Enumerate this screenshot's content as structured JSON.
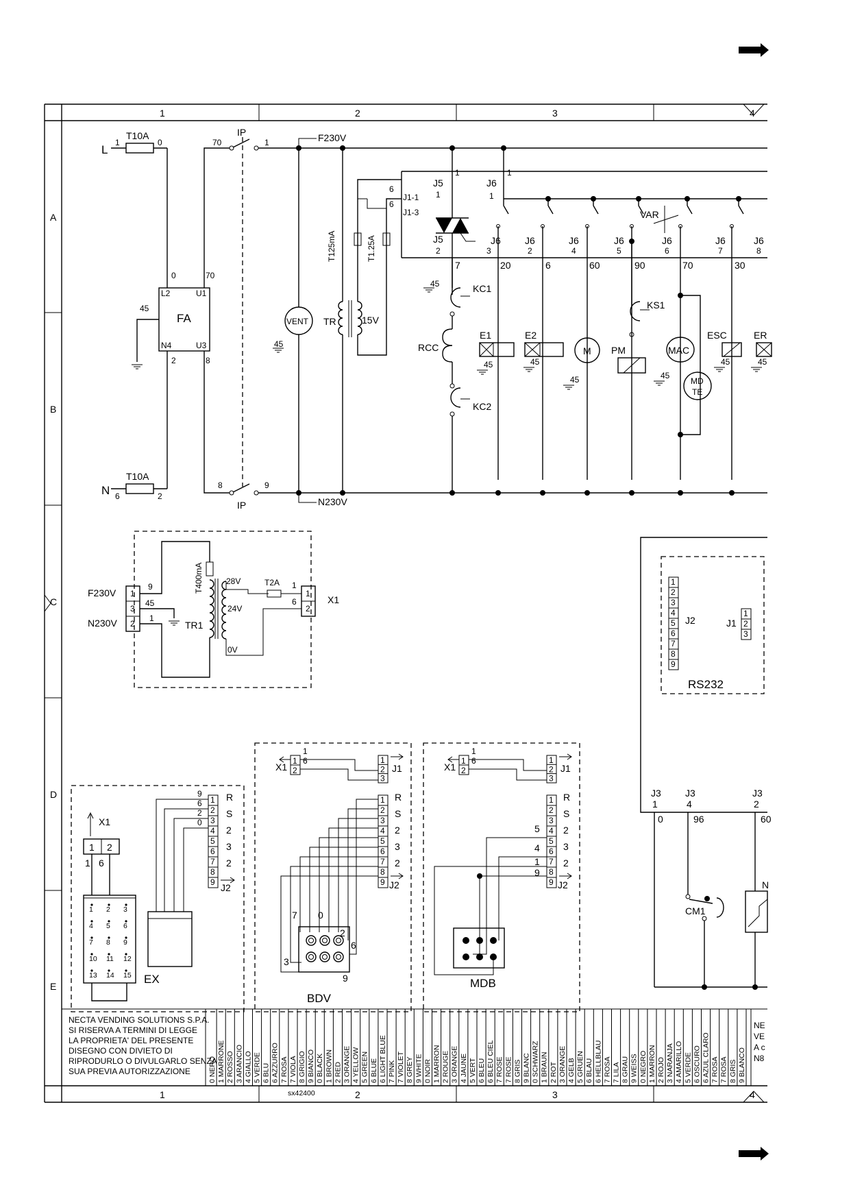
{
  "border": {
    "columns": [
      "1",
      "2",
      "3",
      "4"
    ],
    "rows": [
      "A",
      "B",
      "C",
      "D",
      "E"
    ],
    "bottom_columns": [
      "1",
      "2",
      "3",
      "4"
    ]
  },
  "supply": {
    "L": "L",
    "N": "N",
    "fuse_top": "T10A",
    "fuse_bottom": "T10A",
    "fuse_top_in": "1",
    "fuse_top_out": "0",
    "fuse_bottom_in": "6",
    "fuse_bottom_out": "2",
    "switch": "IP",
    "switch_top_in": "70",
    "switch_top_out": "1",
    "switch_bottom_in": "8",
    "switch_bottom_out": "9",
    "f230": "F230V",
    "n230": "N230V"
  },
  "filter": {
    "name": "FA",
    "l2": "L2",
    "u1": "U1",
    "n4": "N4",
    "u3": "U3",
    "w0": "0",
    "w70": "70",
    "w45": "45",
    "w2": "2",
    "w8": "8"
  },
  "transformer": {
    "vent": "VENT",
    "vent_gnd": "45",
    "fuse1": "T125mA",
    "fuse2": "T1.25A",
    "tr": "TR",
    "v15": "15V"
  },
  "board": {
    "j11_num": "6",
    "j11": "J1-1",
    "j13_num": "6",
    "j13": "J1-3",
    "j5_top": "J5",
    "j5_top_num": "1",
    "j5_bot": "J5",
    "j5_bot_num": "2",
    "wire1a": "1",
    "wire1b": "1",
    "j6_labels": [
      "J6",
      "J6",
      "J6",
      "J6",
      "J6",
      "J6",
      "J6",
      "J6"
    ],
    "j6_pins": [
      "1",
      "3",
      "2",
      "4",
      "5",
      "6",
      "7",
      "8"
    ],
    "var": "VAR",
    "wires": [
      "7",
      "20",
      "6",
      "60",
      "90",
      "70",
      "30"
    ]
  },
  "loads": {
    "gnd_label": "45",
    "kc1": "KC1",
    "kc2": "KC2",
    "rcc": "RCC",
    "e1": "E1",
    "e2": "E2",
    "m": "M",
    "pm": "PM",
    "ks1": "KS1",
    "mac": "MAC",
    "mdte1": "MD",
    "mdte2": "TE",
    "esc": "ESC",
    "er": "ER"
  },
  "psu": {
    "f230": "F230V",
    "n230": "N230V",
    "p1": "1",
    "p3": "3",
    "p2": "2",
    "w9": "9",
    "w45": "45",
    "w1": "1",
    "fuse": "T400mA",
    "tr1": "TR1",
    "v28": "28V",
    "v24": "24V",
    "v0": "0V",
    "fuse2": "T2A",
    "w1b": "1",
    "w6": "6",
    "x1_1": "1",
    "x1_2": "2",
    "x1": "X1"
  },
  "rs232": {
    "name": "RS232",
    "j2": "J2",
    "j1": "J1",
    "j2_pins": [
      "1",
      "2",
      "3",
      "4",
      "5",
      "6",
      "7",
      "8",
      "9"
    ],
    "j1_pins": [
      "1",
      "2",
      "3"
    ],
    "j3a": "J3",
    "j3a_pin": "1",
    "j3b": "J3",
    "j3b_pin": "4",
    "j3c": "J3",
    "j3c_pin": "2",
    "w0": "0",
    "w96": "96",
    "w60": "60",
    "cm1": "CM1",
    "n_partial": "N"
  },
  "ex": {
    "name": "EX",
    "x1": "X1",
    "p1": "1",
    "p2": "2",
    "w1": "1",
    "w6": "6",
    "j2_pins": [
      "1",
      "2",
      "3",
      "4",
      "5",
      "6",
      "7",
      "8",
      "9"
    ],
    "j2": "J2",
    "wire_nums": [
      "9",
      "6",
      "2",
      "0"
    ],
    "side_labels": [
      "R",
      "S",
      "2",
      "3",
      "2"
    ],
    "keys": [
      "1",
      "2",
      "3",
      "4",
      "5",
      "6",
      "7",
      "8",
      "9",
      "10",
      "11",
      "12",
      "13",
      "14",
      "15"
    ]
  },
  "bdv": {
    "name": "BDV",
    "x1": "X1",
    "x1_1": "1",
    "x1_2": "2",
    "w1": "1",
    "w6": "6",
    "j1": "J1",
    "j1_pins": [
      "1",
      "2",
      "3"
    ],
    "j2": "J2",
    "j2_pins": [
      "1",
      "2",
      "3",
      "4",
      "5",
      "6",
      "7",
      "8",
      "9"
    ],
    "side_labels": [
      "R",
      "S",
      "2",
      "3",
      "2"
    ],
    "conn_nums": [
      "7",
      "0",
      "2",
      "6",
      "3",
      "9"
    ]
  },
  "mdb": {
    "name": "MDB",
    "x1": "X1",
    "x1_1": "1",
    "x1_2": "2",
    "w1": "1",
    "w6": "6",
    "j1": "J1",
    "j1_pins": [
      "1",
      "2",
      "3"
    ],
    "j2": "J2",
    "j2_pins": [
      "1",
      "2",
      "3",
      "4",
      "5",
      "6",
      "7",
      "8",
      "9"
    ],
    "side_labels": [
      "R",
      "S",
      "2",
      "3",
      "2"
    ],
    "wire_nums": [
      "5",
      "4",
      "1",
      "9"
    ]
  },
  "title_block": {
    "company": [
      "NECTA VENDING SOLUTIONS S.P.A.",
      "SI RISERVA A TERMINI DI LEGGE",
      "LA PROPRIETA' DEL PRESENTE",
      "DISEGNO CON DIVIETO DI",
      "RIPRODURLO O DIVULGARLO SENZA",
      "SUA PREVIA AUTORIZZAZIONE"
    ],
    "colors": [
      "0 NERO",
      "1 MARRONE",
      "2 ROSSO",
      "3 ARANCIO",
      "4 GIALLO",
      "5 VERDE",
      "6 BLU",
      "6 AZZURRO",
      "7 ROSA",
      "7 VIOLA",
      "8 GRIGIO",
      "9 BIANCO",
      "0 BLACK",
      "1 BROWN",
      "2 RED",
      "3 ORANGE",
      "4 YELLOW",
      "5 GREEN",
      "6 BLUE",
      "6 LIGHT BLUE",
      "7 PINK",
      "7 VIOLET",
      "8 GREY",
      "9 WHITE",
      "0 NOIR",
      "1 MARRON",
      "2 ROUGE",
      "3 ORANGE",
      "4 JAUNE",
      "5 VERT",
      "6 BLEU",
      "6 BLEU CIEL",
      "7 ROSE",
      "7 ROSE",
      "8 GRIS",
      "9 BLANC",
      "0 SCHWARZ",
      "1 BRAUN",
      "2 ROT",
      "3 ORANGE",
      "4 GELB",
      "5 GRUEN",
      "6 BLAU",
      "6 HELLBLAU",
      "7 ROSA",
      "7 LILA",
      "8 GRAU",
      "9 WEISS",
      "0 NEGRO",
      "1 MARRON",
      "2 ROJO",
      "3 NARANJA",
      "4 AMARILLO",
      "5 VERDE",
      "6 OSCURO",
      "6 AZUL CLARO",
      "7 ROSA",
      "7 ROSA",
      "8 GRIS",
      "9 BLANCO"
    ],
    "right_frag": [
      "NE",
      "VE",
      "A c",
      "N8"
    ],
    "code": "sx42400"
  }
}
